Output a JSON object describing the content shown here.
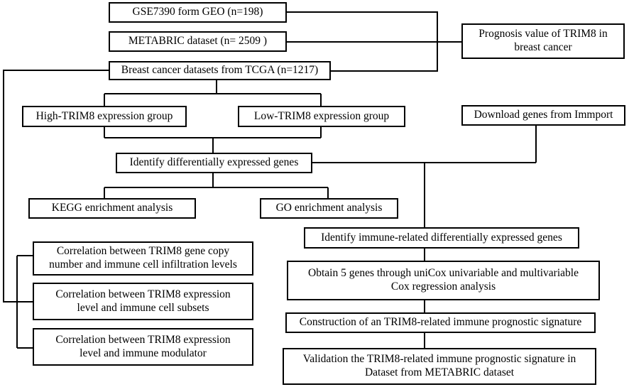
{
  "diagram": {
    "boxes": {
      "gse": {
        "text": "GSE7390 form GEO (n=198)"
      },
      "metabric": {
        "text": "METABRIC dataset (n= 2509 )"
      },
      "tcga": {
        "text": "Breast cancer datasets from TCGA (n=1217)"
      },
      "prognosis": {
        "text": "Prognosis value of TRIM8 in\nbreast cancer"
      },
      "high": {
        "text": "High-TRIM8 expression group"
      },
      "low": {
        "text": "Low-TRIM8 expression group"
      },
      "download": {
        "text": "Download genes from Immport"
      },
      "deg": {
        "text": "Identify differentially expressed genes"
      },
      "kegg": {
        "text": "KEGG enrichment analysis"
      },
      "go": {
        "text": "GO enrichment analysis"
      },
      "immune_deg": {
        "text": "Identify immune-related differentially expressed genes"
      },
      "corr_copy": {
        "text": "Correlation between TRIM8 gene copy\nnumber and  immune cell infiltration levels"
      },
      "corr_subsets": {
        "text": "Correlation between TRIM8 expression\nlevel and  immune cell subsets"
      },
      "corr_modulator": {
        "text": "Correlation between TRIM8 expression\nlevel and  immune modulator"
      },
      "unicox": {
        "text": "Obtain 5 genes through uniCox univariable and multivariable\nCox regression analysis"
      },
      "construction": {
        "text": "Construction of an TRIM8-related immune prognostic signature"
      },
      "validation": {
        "text": "Validation the TRIM8-related immune prognostic signature in\nDataset from METABRIC dataset"
      }
    }
  }
}
